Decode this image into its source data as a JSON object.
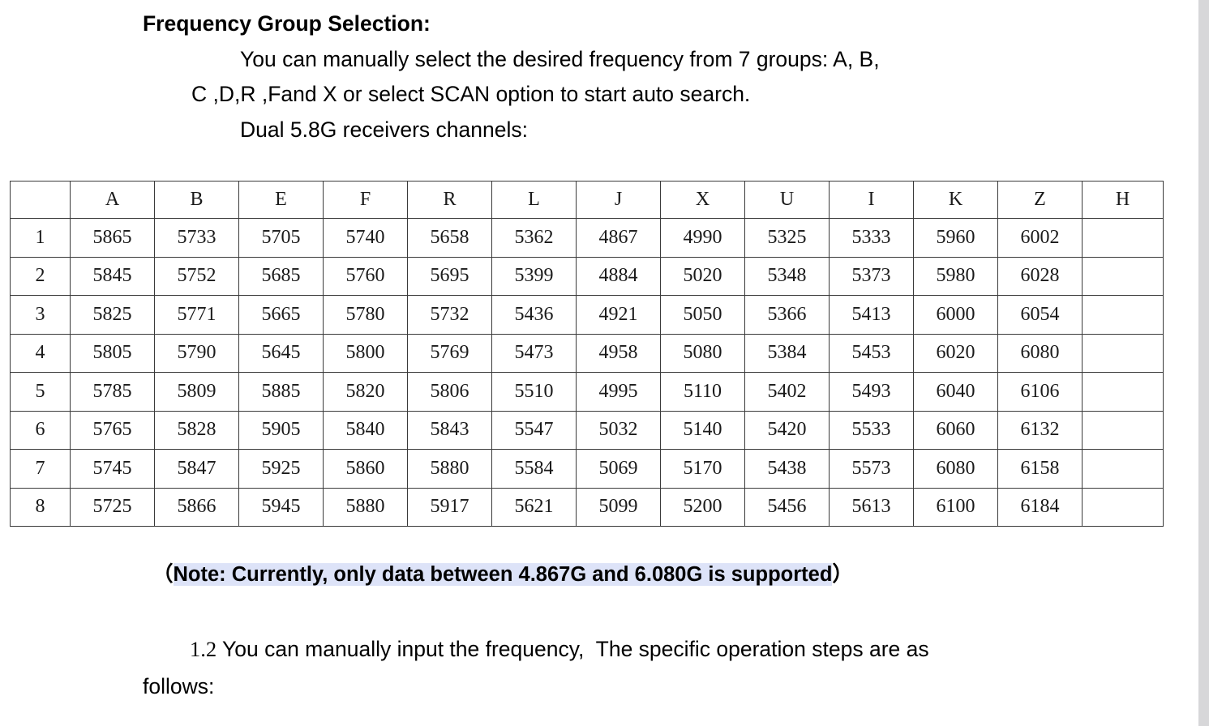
{
  "document": {
    "heading": "Frequency Group Selection:",
    "intro_lines": [
      "You can manually select the desired frequency from 7 groups: A, B,",
      "C ,D,R ,Fand X or select SCAN option to start auto search.",
      "Dual 5.8G receivers channels:"
    ],
    "note": {
      "open_paren": "（",
      "highlighted_text": "Note: Currently, only data between 4.867G and 6.080G is supported",
      "close_paren": "）",
      "highlight_color": "#dde3f8"
    },
    "tail_lines": {
      "number": "1.2",
      "first": " You can manually input the frequency,  The specific operation steps are as",
      "second": "follows:"
    }
  },
  "table": {
    "headers": [
      "",
      "A",
      "B",
      "E",
      "F",
      "R",
      "L",
      "J",
      "X",
      "U",
      "I",
      "K",
      "Z",
      "H"
    ],
    "rows": [
      [
        "1",
        "5865",
        "5733",
        "5705",
        "5740",
        "5658",
        "5362",
        "4867",
        "4990",
        "5325",
        "5333",
        "5960",
        "6002",
        ""
      ],
      [
        "2",
        "5845",
        "5752",
        "5685",
        "5760",
        "5695",
        "5399",
        "4884",
        "5020",
        "5348",
        "5373",
        "5980",
        "6028",
        ""
      ],
      [
        "3",
        "5825",
        "5771",
        "5665",
        "5780",
        "5732",
        "5436",
        "4921",
        "5050",
        "5366",
        "5413",
        "6000",
        "6054",
        ""
      ],
      [
        "4",
        "5805",
        "5790",
        "5645",
        "5800",
        "5769",
        "5473",
        "4958",
        "5080",
        "5384",
        "5453",
        "6020",
        "6080",
        ""
      ],
      [
        "5",
        "5785",
        "5809",
        "5885",
        "5820",
        "5806",
        "5510",
        "4995",
        "5110",
        "5402",
        "5493",
        "6040",
        "6106",
        ""
      ],
      [
        "6",
        "5765",
        "5828",
        "5905",
        "5840",
        "5843",
        "5547",
        "5032",
        "5140",
        "5420",
        "5533",
        "6060",
        "6132",
        ""
      ],
      [
        "7",
        "5745",
        "5847",
        "5925",
        "5860",
        "5880",
        "5584",
        "5069",
        "5170",
        "5438",
        "5573",
        "6080",
        "6158",
        ""
      ],
      [
        "8",
        "5725",
        "5866",
        "5945",
        "5880",
        "5917",
        "5621",
        "5099",
        "5200",
        "5456",
        "5613",
        "6100",
        "6184",
        ""
      ]
    ]
  },
  "chart_data": {
    "type": "table",
    "title": "Dual 5.8G receivers channels",
    "categories": [
      "A",
      "B",
      "E",
      "F",
      "R",
      "L",
      "J",
      "X",
      "U",
      "I",
      "K",
      "Z",
      "H"
    ],
    "xlabel": "Frequency group",
    "ylabel": "Channel",
    "series": [
      {
        "name": "1",
        "values": [
          5865,
          5733,
          5705,
          5740,
          5658,
          5362,
          4867,
          4990,
          5325,
          5333,
          5960,
          6002,
          null
        ]
      },
      {
        "name": "2",
        "values": [
          5845,
          5752,
          5685,
          5760,
          5695,
          5399,
          4884,
          5020,
          5348,
          5373,
          5980,
          6028,
          null
        ]
      },
      {
        "name": "3",
        "values": [
          5825,
          5771,
          5665,
          5780,
          5732,
          5436,
          4921,
          5050,
          5366,
          5413,
          6000,
          6054,
          null
        ]
      },
      {
        "name": "4",
        "values": [
          5805,
          5790,
          5645,
          5800,
          5769,
          5473,
          4958,
          5080,
          5384,
          5453,
          6020,
          6080,
          null
        ]
      },
      {
        "name": "5",
        "values": [
          5785,
          5809,
          5885,
          5820,
          5806,
          5510,
          4995,
          5110,
          5402,
          5493,
          6040,
          6106,
          null
        ]
      },
      {
        "name": "6",
        "values": [
          5765,
          5828,
          5905,
          5840,
          5843,
          5547,
          5032,
          5140,
          5420,
          5533,
          6060,
          6132,
          null
        ]
      },
      {
        "name": "7",
        "values": [
          5745,
          5847,
          5925,
          5860,
          5880,
          5584,
          5069,
          5170,
          5438,
          5573,
          6080,
          6158,
          null
        ]
      },
      {
        "name": "8",
        "values": [
          5725,
          5866,
          5945,
          5880,
          5917,
          5621,
          5099,
          5200,
          5456,
          5613,
          6100,
          6184,
          null
        ]
      }
    ],
    "annotations": [
      "（Note: Currently, only data between 4.867G and 6.080G is supported）"
    ],
    "grid": true,
    "legend": "none"
  }
}
